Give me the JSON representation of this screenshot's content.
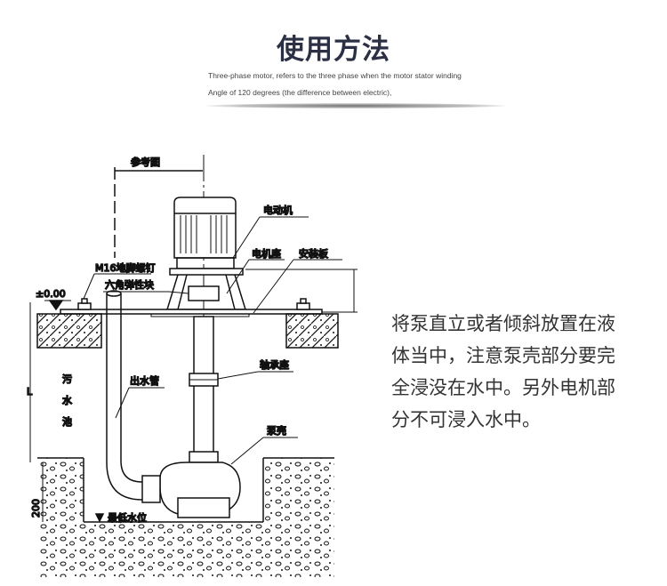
{
  "header": {
    "title": "使用方法",
    "subtitle_line1": "Three-phase motor, refers to the three phase when the motor stator winding",
    "subtitle_line2": "Angle of 120 degrees (the difference between electric),"
  },
  "diagram": {
    "reference_label": "参考图",
    "motor_label": "电动机",
    "motor_seat_label": "电机座",
    "mounting_plate_label": "安装板",
    "anchor_bolt_label": "M16地脚螺钉",
    "hex_elastic_block_label": "六角弹性块",
    "elevation_label": "±0.00",
    "sewage_pool_label": [
      "污",
      "水",
      "池"
    ],
    "outlet_pipe_label": "出水管",
    "bearing_seat_label": "轴承座",
    "pump_casing_label": "泵壳",
    "min_water_level_label": "最低水位",
    "depth_label": "L",
    "bottom_dim_label": "200"
  },
  "description": {
    "lines": [
      "将泵直立或者倾斜放置在液",
      "体当中，注意泵壳部分要完",
      "全浸没在水中。另外电机部",
      "分不可浸入水中。"
    ]
  }
}
